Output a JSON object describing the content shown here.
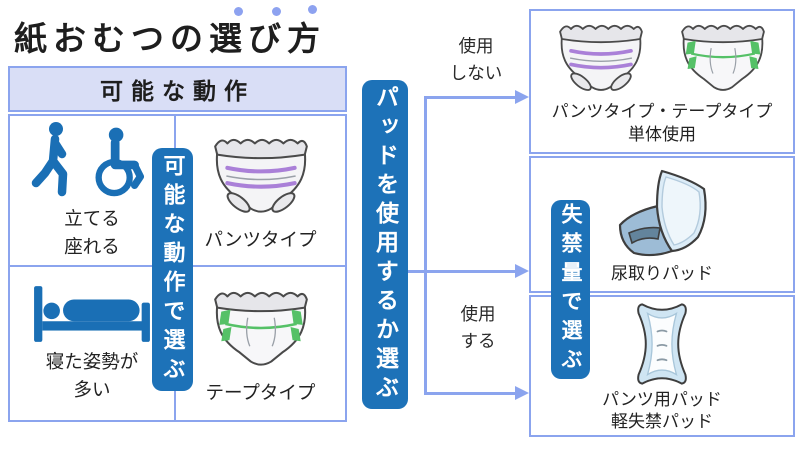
{
  "title": "紙おむつの選び方",
  "colors": {
    "banner_blue": "#1d72b8",
    "connector_periwinkle": "#8ba4ee",
    "header_fill": "#d9def6",
    "icon_blue": "#1a6fb5",
    "stripe_purple": "#aa80d8",
    "tape_green": "#55c167",
    "pad_light_blue": "#dcecf7",
    "pad_mid_blue": "#9dbcd6"
  },
  "left_table": {
    "header": "可能な動作",
    "rows": [
      {
        "ability_line1": "立てる",
        "ability_line2": "座れる",
        "ability_icons": [
          "walking-person-icon",
          "wheelchair-icon"
        ],
        "product": "パンツタイプ",
        "product_icon": "pants-diaper-icon"
      },
      {
        "ability_line1": "寝た姿勢が",
        "ability_line2": "多い",
        "ability_icons": [
          "bed-icon"
        ],
        "product": "テープタイプ",
        "product_icon": "tape-diaper-icon"
      }
    ]
  },
  "banners": {
    "select_by_action": "可能な動作で選ぶ",
    "select_pad_usage": "パッドを使用するか選ぶ",
    "select_by_amount": "失禁量で選ぶ"
  },
  "branches": {
    "not_use": {
      "line1": "使用",
      "line2": "しない"
    },
    "use": {
      "line1": "使用",
      "line2": "する"
    }
  },
  "results": [
    {
      "line1": "パンツタイプ・テープタイプ",
      "line2": "単体使用",
      "icons": [
        "pants-diaper-icon",
        "tape-diaper-icon"
      ]
    },
    {
      "line1": "尿取りパッド",
      "icons": [
        "urine-pad-icon"
      ]
    },
    {
      "line1": "パンツ用パッド",
      "line2": "軽失禁パッド",
      "icons": [
        "light-incontinence-pad-icon"
      ]
    }
  ]
}
